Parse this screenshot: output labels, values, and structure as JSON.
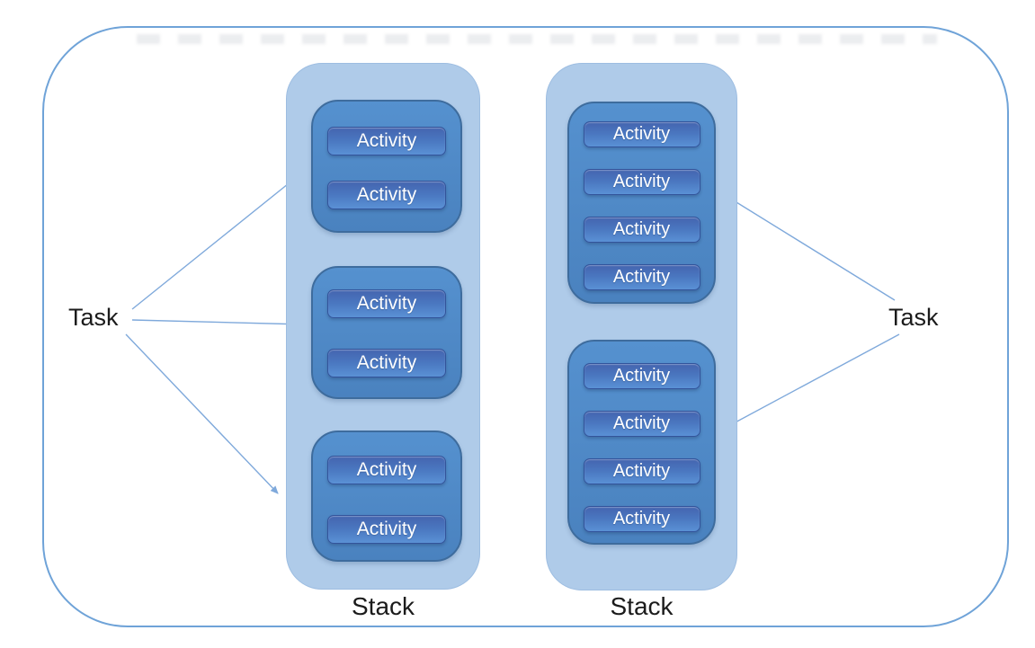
{
  "tasks": [
    {
      "label": "Task"
    },
    {
      "label": "Task"
    }
  ],
  "stacks": [
    {
      "label": "Stack",
      "groups": [
        {
          "activities": [
            "Activity",
            "Activity"
          ]
        },
        {
          "activities": [
            "Activity",
            "Activity"
          ]
        },
        {
          "activities": [
            "Activity",
            "Activity"
          ]
        }
      ]
    },
    {
      "label": "Stack",
      "groups": [
        {
          "activities": [
            "Activity",
            "Activity",
            "Activity",
            "Activity"
          ]
        },
        {
          "activities": [
            "Activity",
            "Activity",
            "Activity",
            "Activity"
          ]
        }
      ]
    }
  ],
  "colors": {
    "frame-border": "#6FA3D8",
    "artifact": "#8A93A3",
    "stack-fill": "#AFCBE9",
    "stack-border": "#9DBDE1",
    "group-top": "#5591CF",
    "group-bottom": "#4A82BF",
    "group-border": "#3E6C9D",
    "act-top": "#4464AF",
    "act-mid": "#4A77C0",
    "act-bottom": "#5A91D5",
    "act-border": "#33549B",
    "act-text": "#FFFFFF",
    "arrow": "#7FA9DB",
    "text": "#1B1B1B"
  }
}
